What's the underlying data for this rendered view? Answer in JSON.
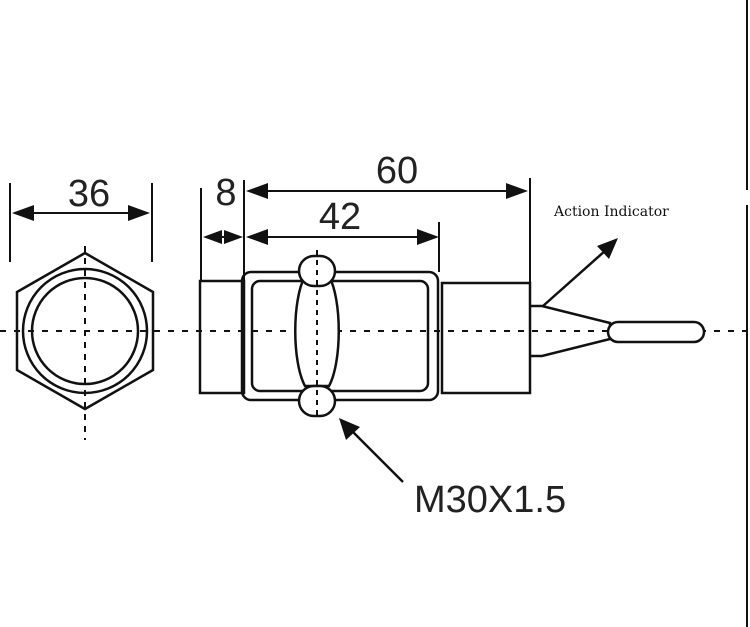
{
  "hex_view": {
    "width_label": "36"
  },
  "side_view": {
    "overall_length_label": "60",
    "thread_length_label": "42",
    "flange_length_label": "8",
    "thread_spec_label": "M30X1.5",
    "indicator_label": "Action Indicator"
  },
  "colors": {
    "line": "#111111",
    "text": "#222222",
    "background": "#ffffff"
  }
}
